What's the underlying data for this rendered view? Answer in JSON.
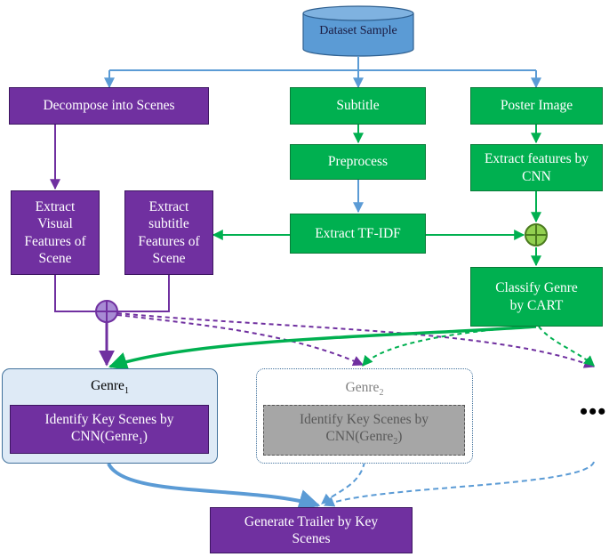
{
  "dataset": "Dataset Sample",
  "nodes": {
    "decompose": "Decompose into Scenes",
    "subtitle": "Subtitle",
    "poster": "Poster Image",
    "preprocess": "Preprocess",
    "extract_cnn": "Extract features by CNN",
    "visual_features": "Extract Visual Features of Scene",
    "subtitle_features": "Extract subtitle Features of Scene",
    "tfidf": "Extract TF-IDF",
    "classify": "Classify Genre by CART",
    "generate": "Generate Trailer by Key Scenes"
  },
  "genres": [
    {
      "label": "Genre",
      "sub": "1",
      "task": "Identify Key Scenes by CNN(Genre",
      "task_sub": "1",
      "task_end": ")"
    },
    {
      "label": "Genre",
      "sub": "2",
      "task": "Identify Key Scenes by CNN(Genre",
      "task_sub": "2",
      "task_end": ")"
    }
  ],
  "ellipsis": "•••",
  "colors": {
    "purple": "#7030a0",
    "green": "#00b050",
    "blue": "#5b9bd5",
    "cylinder": "#5b9bd5",
    "gray": "#a6a6a6"
  }
}
